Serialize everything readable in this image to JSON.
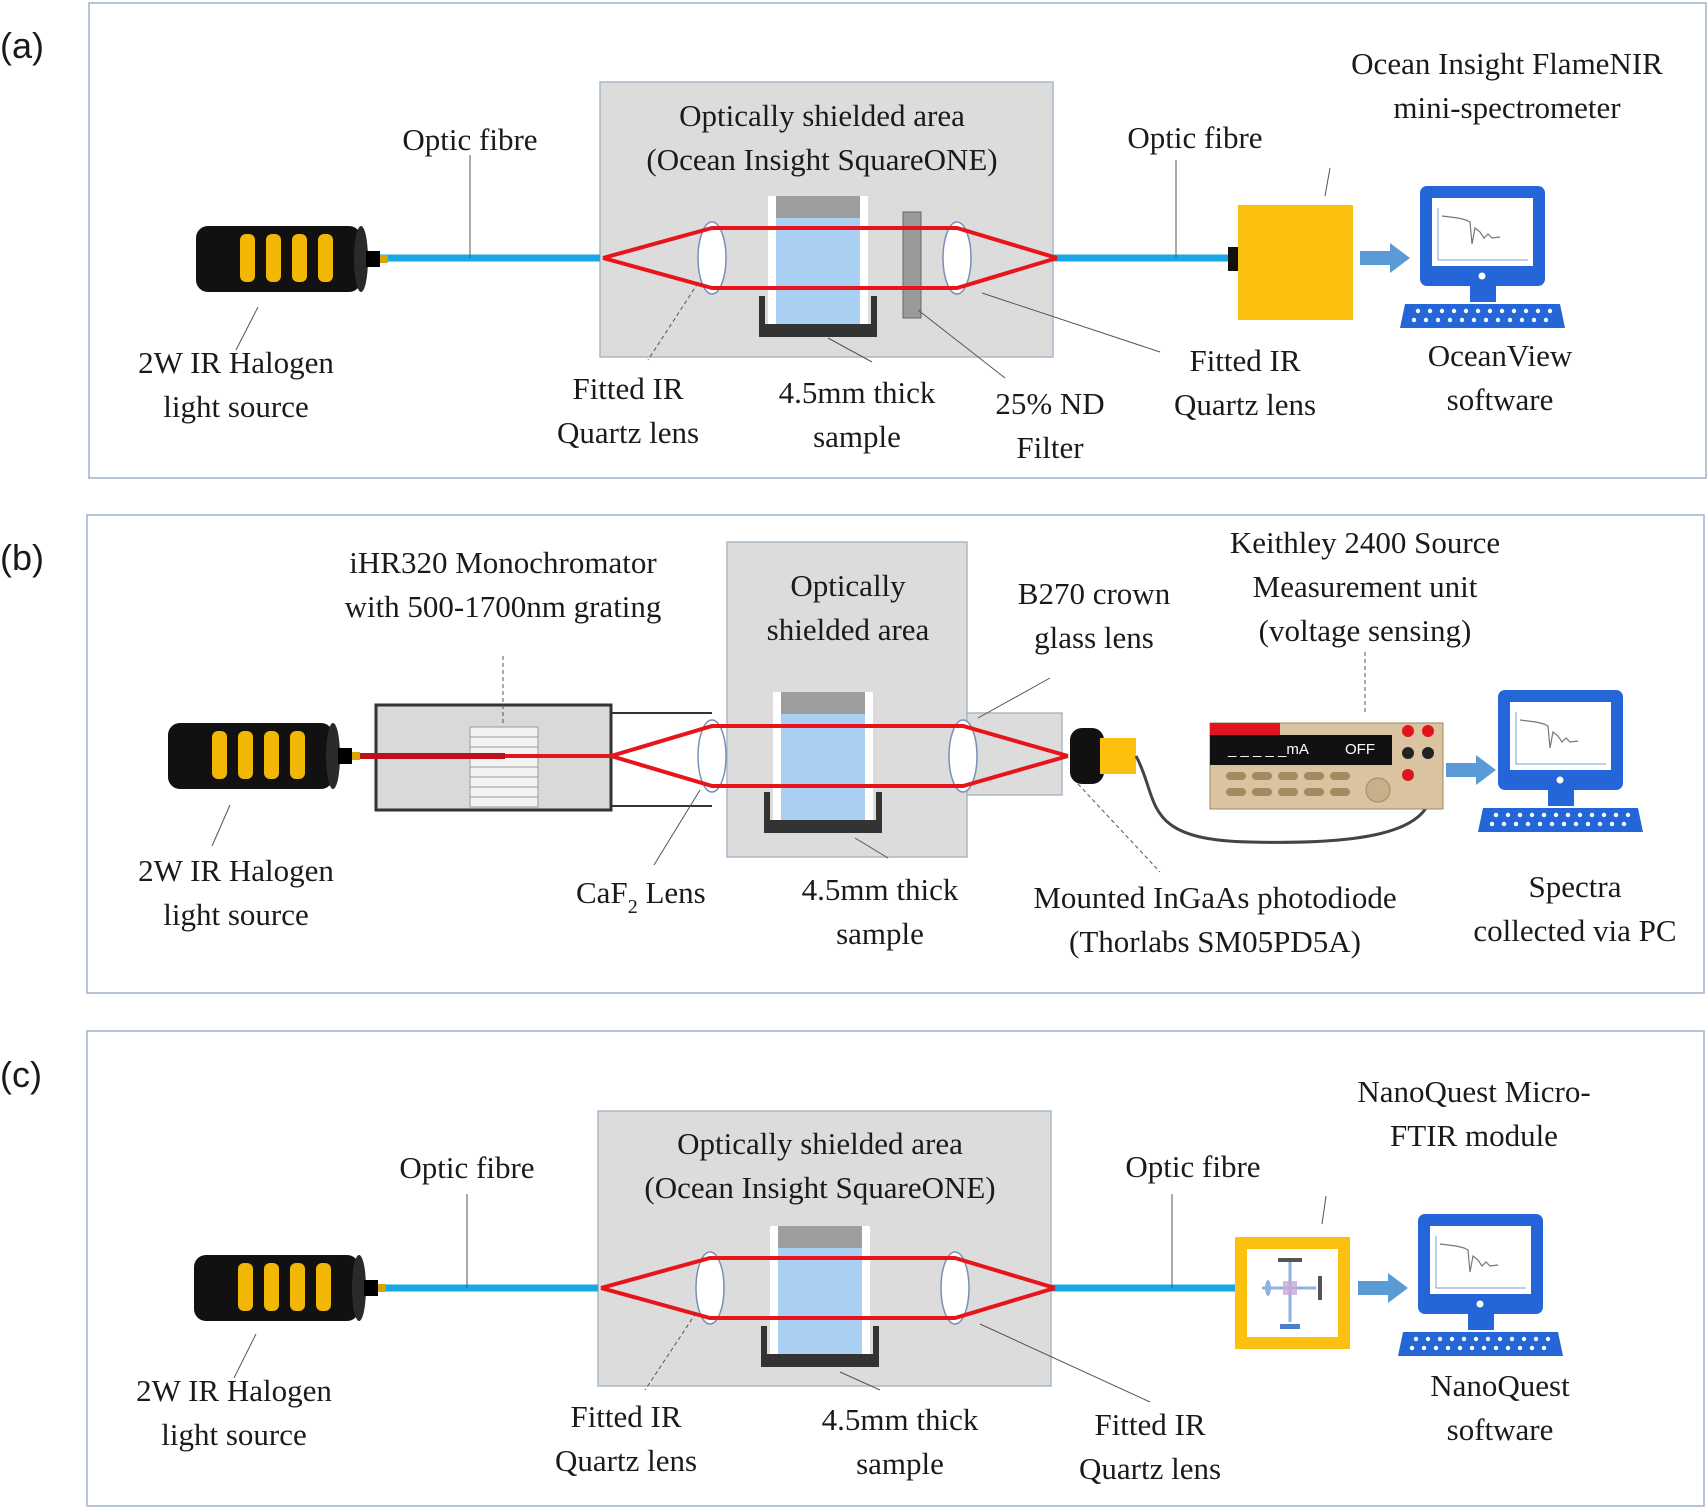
{
  "colors": {
    "panel_border": "#9db3c8",
    "shield_fill": "#dcdcdc",
    "fibre": "#1aa7e6",
    "beam": "#e8141c",
    "sample": "#a9d0f2",
    "spectrometer": "#fdc00f",
    "computer": "#2466d8",
    "arrow": "#5b9bd5",
    "stripe": "#f2b705"
  },
  "icons": [
    "halogen-lamp-icon",
    "lens-icon",
    "cuvette-icon",
    "nd-filter-icon",
    "spectrometer-icon",
    "computer-icon",
    "monochromator-icon",
    "photodiode-icon",
    "sourcemeter-icon",
    "ftir-module-icon",
    "arrow-icon"
  ],
  "panels": [
    {
      "id": "a",
      "label": "(a)",
      "texts": {
        "fibre_left": "Optic fibre",
        "shield_1": "Optically shielded area",
        "shield_2": "(Ocean Insight SquareONE)",
        "fibre_right": "Optic fibre",
        "spectrometer_1": "Ocean Insight FlameNIR",
        "spectrometer_2": "mini-spectrometer",
        "source_1": "2W IR Halogen",
        "source_2": "light source",
        "lens_left_1": "Fitted IR",
        "lens_left_2": "Quartz lens",
        "sample_1": "4.5mm thick",
        "sample_2": "sample",
        "filter_1": "25% ND",
        "filter_2": "Filter",
        "lens_right_1": "Fitted IR",
        "lens_right_2": "Quartz lens",
        "software_1": "OceanView",
        "software_2": "software"
      }
    },
    {
      "id": "b",
      "label": "(b)",
      "texts": {
        "mono_1": "iHR320 Monochromator",
        "mono_2": "with 500-1700nm grating",
        "shield_1": "Optically",
        "shield_2": "shielded area",
        "lens_1": "B270 crown",
        "lens_2": "glass lens",
        "smu_1": "Keithley 2400 Source",
        "smu_2": "Measurement unit",
        "smu_3": "(voltage sensing)",
        "smu_display": "_ _ _ _ _mA",
        "smu_status": "OFF",
        "source_1": "2W IR Halogen",
        "source_2": "light source",
        "caf2_lens": "CaF",
        "caf2_sub": "2",
        "caf2_suffix": " Lens",
        "sample_1": "4.5mm thick",
        "sample_2": "sample",
        "diode_1": "Mounted InGaAs photodiode",
        "diode_2": "(Thorlabs SM05PD5A)",
        "pc_1": "Spectra",
        "pc_2": "collected via PC"
      }
    },
    {
      "id": "c",
      "label": "(c)",
      "texts": {
        "fibre_left": "Optic fibre",
        "shield_1": "Optically shielded area",
        "shield_2": "(Ocean Insight SquareONE)",
        "fibre_right": "Optic fibre",
        "ftir_1": "NanoQuest Micro-",
        "ftir_2": "FTIR module",
        "source_1": "2W IR Halogen",
        "source_2": "light source",
        "lens_left_1": "Fitted IR",
        "lens_left_2": "Quartz lens",
        "sample_1": "4.5mm thick",
        "sample_2": "sample",
        "lens_right_1": "Fitted IR",
        "lens_right_2": "Quartz lens",
        "software_1": "NanoQuest",
        "software_2": "software"
      }
    }
  ]
}
